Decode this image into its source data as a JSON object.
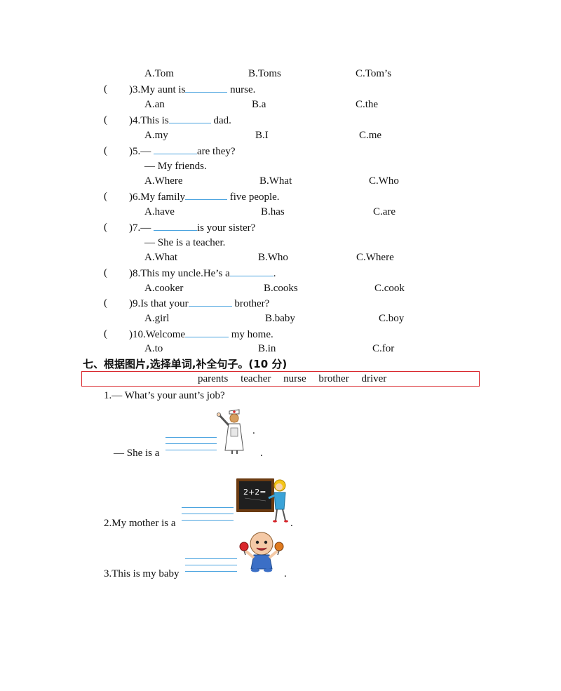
{
  "questions": [
    {
      "options": [
        "A.Tom",
        "B.Toms",
        "C.Tom’s"
      ]
    },
    {
      "num": ")3.",
      "before": "My aunt is",
      "after": " nurse.",
      "options": [
        "A.an",
        "B.a",
        "C.the"
      ]
    },
    {
      "num": ")4.",
      "before": "This is",
      "after": " dad.",
      "options": [
        "A.my",
        "B.I",
        "C.me"
      ]
    },
    {
      "num": ")5.",
      "before": "— ",
      "after": "are they?",
      "reply": "— My friends.",
      "options": [
        "A.Where",
        "B.What",
        "C.Who"
      ]
    },
    {
      "num": ")6.",
      "before": "My family",
      "after": " five people.",
      "options": [
        "A.have",
        "B.has",
        "C.are"
      ]
    },
    {
      "num": ")7.",
      "before": "— ",
      "after": "is your sister?",
      "reply": "— She is a teacher.",
      "options": [
        "A.What",
        "B.Who",
        "C.Where"
      ]
    },
    {
      "num": ")8.",
      "before": "This my uncle.He’s a",
      "after": ".",
      "options": [
        "A.cooker",
        "B.cooks",
        "C.cook"
      ]
    },
    {
      "num": ")9.",
      "before": "Is that your",
      "after": " brother?",
      "options": [
        "A.girl",
        "B.baby",
        "C.boy"
      ]
    },
    {
      "num": ")10.",
      "before": "Welcome",
      "after": " my home.",
      "options": [
        "A.to",
        "B.in",
        "C.for"
      ]
    }
  ],
  "paren_open": "(",
  "section7": {
    "heading": "七、根据图片,选择单词,补全句子。(10 分)",
    "words": [
      "parents",
      "teacher",
      "nurse",
      "brother",
      "driver"
    ],
    "items": [
      {
        "prompt": "1.— What’s your aunt’s job?",
        "answer_prefix": "— She is a",
        "end": "."
      },
      {
        "prompt": "2.My mother is a",
        "end": "."
      },
      {
        "prompt": "3.This is my baby",
        "end": "."
      }
    ],
    "images": [
      "nurse-image",
      "teacher-image",
      "baby-image"
    ]
  },
  "blackboard_text": "2+2="
}
